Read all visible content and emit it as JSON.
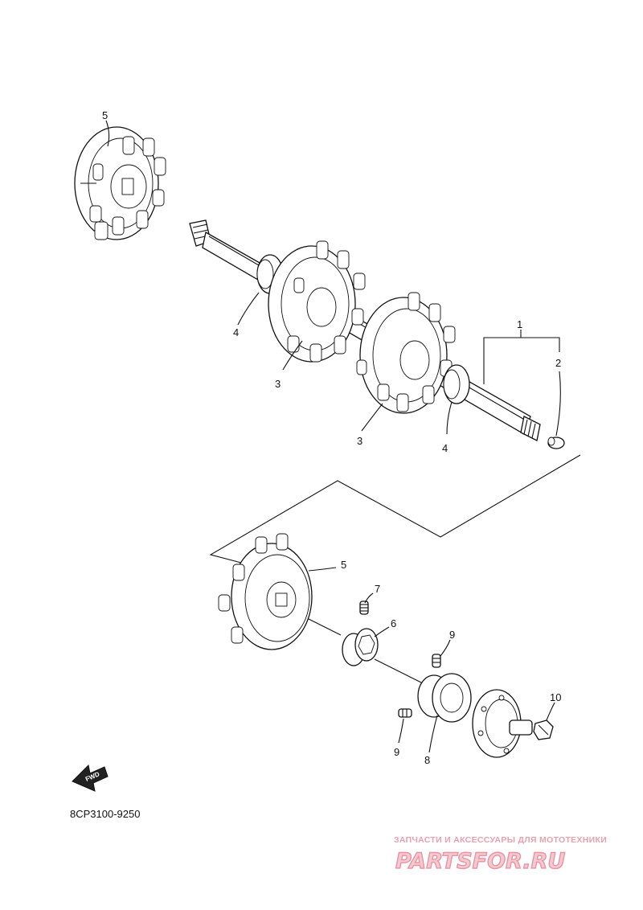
{
  "diagram": {
    "part_code": "8CP3100-9250",
    "fwd_label": "FWD",
    "callouts": [
      {
        "id": "c5a",
        "label": "5"
      },
      {
        "id": "c4a",
        "label": "4"
      },
      {
        "id": "c3a",
        "label": "3"
      },
      {
        "id": "c3b",
        "label": "3"
      },
      {
        "id": "c4b",
        "label": "4"
      },
      {
        "id": "c1",
        "label": "1"
      },
      {
        "id": "c2",
        "label": "2"
      },
      {
        "id": "c5b",
        "label": "5"
      },
      {
        "id": "c7",
        "label": "7"
      },
      {
        "id": "c6",
        "label": "6"
      },
      {
        "id": "c9a",
        "label": "9"
      },
      {
        "id": "c9b",
        "label": "9"
      },
      {
        "id": "c8",
        "label": "8"
      },
      {
        "id": "c10",
        "label": "10"
      }
    ]
  },
  "watermark": {
    "tagline": "ЗАПЧАСТИ И АКСЕССУАРЫ ДЛЯ МОТОТЕХНИКИ",
    "logo": "PARTSFOR.RU"
  },
  "colors": {
    "ink": "#111111",
    "watermark_pink": "#e994a2"
  }
}
